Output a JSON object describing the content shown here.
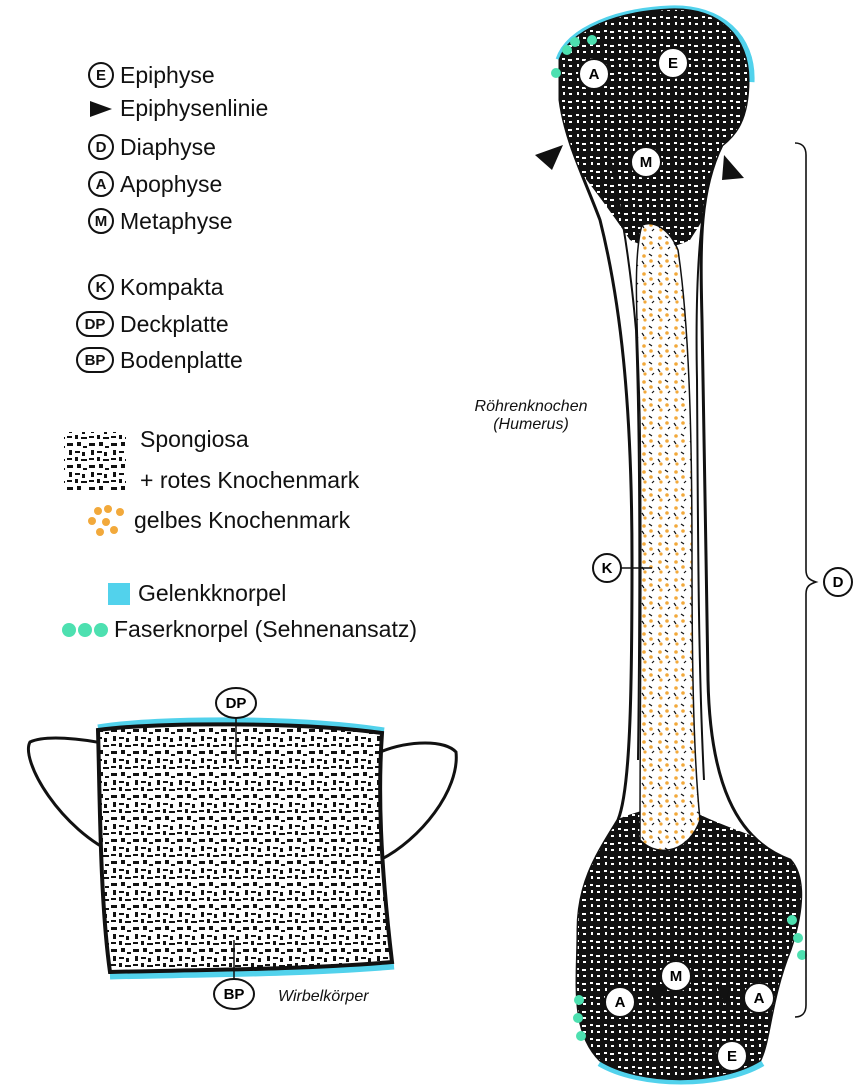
{
  "legend": {
    "epiphyse": {
      "badge": "E",
      "label": "Epiphyse"
    },
    "epiphysenlinie": {
      "label": "Epiphysenlinie"
    },
    "diaphyse": {
      "badge": "D",
      "label": "Diaphyse"
    },
    "apophyse": {
      "badge": "A",
      "label": "Apophyse"
    },
    "metaphyse": {
      "badge": "M",
      "label": "Metaphyse"
    },
    "kompakta": {
      "badge": "K",
      "label": "Kompakta"
    },
    "deckplatte": {
      "badge": "DP",
      "label": "Deckplatte"
    },
    "bodenplatte": {
      "badge": "BP",
      "label": "Bodenplatte"
    },
    "spongiosa": {
      "line1": "Spongiosa",
      "line2": "+ rotes Knochenmark"
    },
    "gelbes": {
      "label": "gelbes Knochenmark"
    },
    "gelenkknorpel": {
      "label": "Gelenkknorpel",
      "color": "#52d2ec"
    },
    "faserknorpel": {
      "label": "Faserknorpel (Sehnenansatz)",
      "color": "#4de0b0"
    }
  },
  "humerus": {
    "caption_line1": "Röhrenknochen",
    "caption_line2": "(Humerus)",
    "labels": {
      "A": "A",
      "E": "E",
      "M": "M",
      "K": "K",
      "D": "D"
    }
  },
  "vertebra": {
    "caption": "Wirbelkörper",
    "labels": {
      "DP": "DP",
      "BP": "BP"
    }
  },
  "colors": {
    "cartilage": "#52d2ec",
    "fibro": "#4de0b0",
    "yellow_marrow": "#f2a93b",
    "bone": "#111111"
  }
}
